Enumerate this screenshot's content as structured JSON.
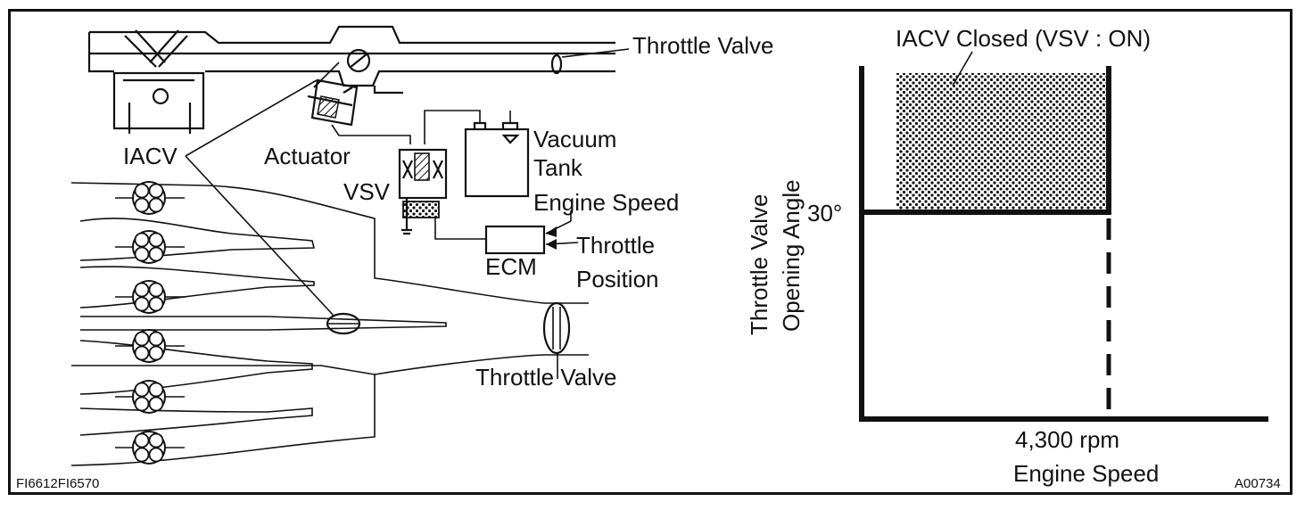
{
  "diagram": {
    "labels": {
      "throttle_valve_top": "Throttle Valve",
      "iacv": "IACV",
      "actuator": "Actuator",
      "vsv": "VSV",
      "vacuum": "Vacuum",
      "tank": "Tank",
      "engine_speed_input": "Engine Speed",
      "throttle": "Throttle",
      "position": "Position",
      "ecm": "ECM",
      "throttle_valve_bottom": "Throttle Valve"
    },
    "figure_codes": {
      "left": "FI6612FI6570",
      "right": "A00734"
    }
  },
  "graph": {
    "region_label": "IACV Closed (VSV : ON)",
    "y_axis_line1": "Throttle Valve",
    "y_axis_line2": "Opening Angle",
    "y_tick": "30°",
    "x_tick": "4,300 rpm",
    "x_axis_title": "Engine Speed"
  }
}
